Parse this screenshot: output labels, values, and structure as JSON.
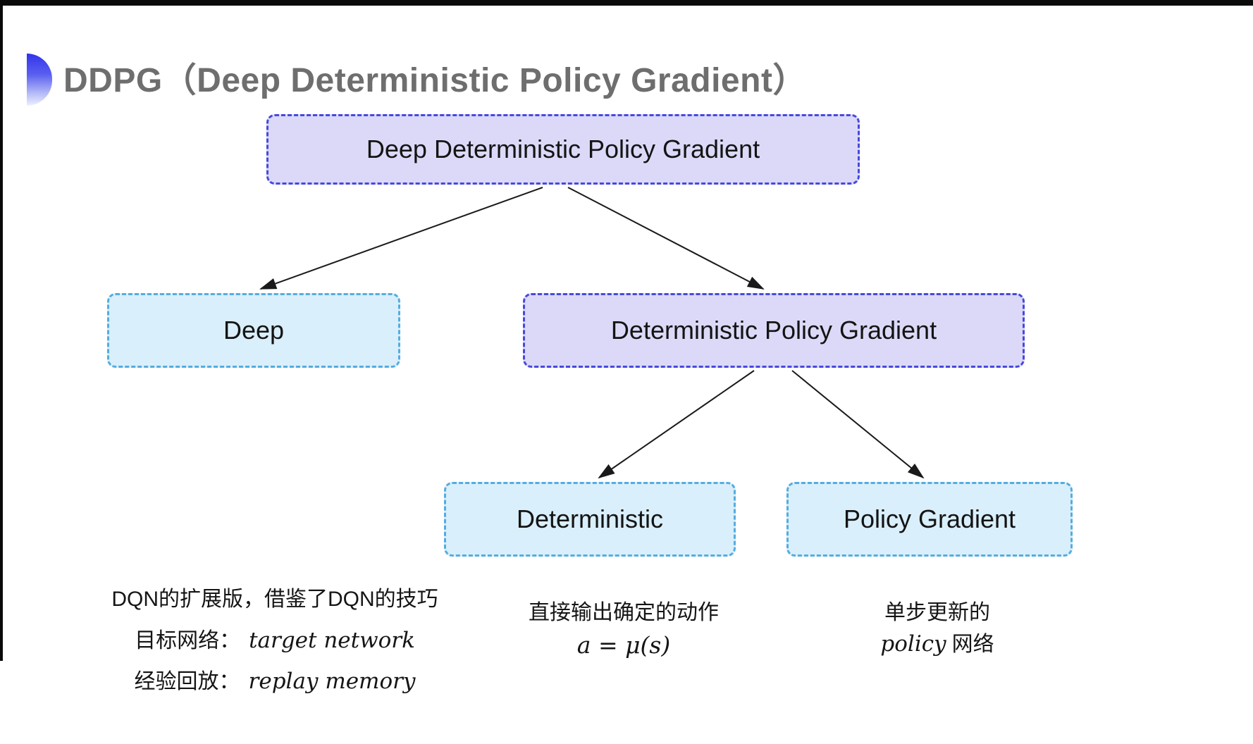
{
  "header": {
    "title": "DDPG（Deep Deterministic Policy Gradient）",
    "bullet_icon": "half-circle",
    "title_color": "#6e6e6e",
    "logo_color": "#3134ea"
  },
  "colors": {
    "purple_node_fill": "#dcd9f8",
    "purple_node_border": "#4649dd",
    "cyan_node_fill": "#d9effb",
    "cyan_node_border": "#55acdf",
    "arrow": "#1a1a1a",
    "background": "#ffffff"
  },
  "tree": {
    "nodes": [
      {
        "id": "root",
        "label": "Deep Deterministic Policy Gradient",
        "variant": "purple"
      },
      {
        "id": "deep",
        "label": "Deep",
        "variant": "cyan"
      },
      {
        "id": "dpg",
        "label": "Deterministic Policy Gradient",
        "variant": "purple"
      },
      {
        "id": "det",
        "label": "Deterministic",
        "variant": "cyan"
      },
      {
        "id": "pg",
        "label": "Policy Gradient",
        "variant": "cyan"
      }
    ],
    "edges": [
      {
        "from": "root",
        "to": "deep"
      },
      {
        "from": "root",
        "to": "dpg"
      },
      {
        "from": "dpg",
        "to": "det"
      },
      {
        "from": "dpg",
        "to": "pg"
      }
    ]
  },
  "annotations": {
    "deep": {
      "line1": "DQN的扩展版，借鉴了DQN的技巧",
      "line2_cn": "目标网络：",
      "line2_en": "target network",
      "line3_cn": "经验回放：",
      "line3_en": "replay memory"
    },
    "deterministic": {
      "line1": "直接输出确定的动作",
      "formula": "a = μ(s)"
    },
    "policy_gradient": {
      "line1": "单步更新的",
      "line2_en": "policy",
      "line2_cn": "网络"
    }
  }
}
